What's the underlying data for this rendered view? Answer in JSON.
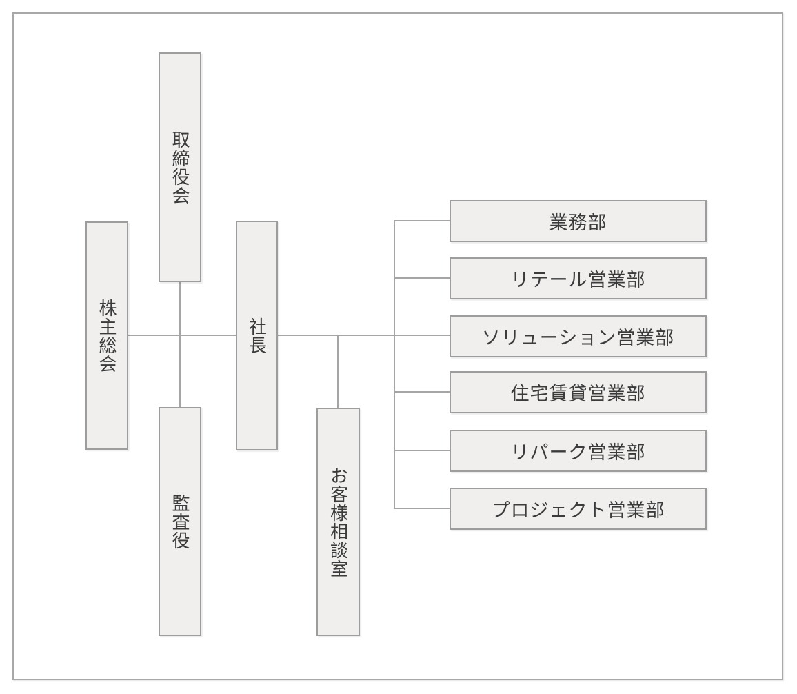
{
  "org_chart": {
    "governance": {
      "shareholders_meeting": "株主総会",
      "board_of_directors": "取締役会",
      "auditor": "監査役",
      "president": "社長",
      "customer_consultation_office": "お客様相談室"
    },
    "departments": [
      "業務部",
      "リテール営業部",
      "ソリューション営業部",
      "住宅賃貸営業部",
      "リパーク営業部",
      "プロジェクト営業部"
    ]
  },
  "colors": {
    "node_fill": "#f0efee",
    "node_border": "#9d9d9d",
    "connector": "#a5a5a5",
    "frame_border": "#a8a8a8",
    "text": "#3b3b3b",
    "background": "#ffffff"
  }
}
